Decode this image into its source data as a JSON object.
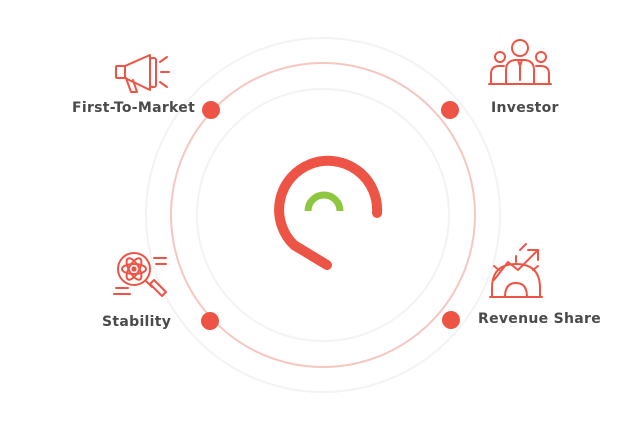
{
  "colors": {
    "accent": "#ee5446",
    "logo_arc": "#8dc63f",
    "ring_light": "#f2f2f2",
    "ring_main": "#f6c7c1",
    "label_text": "#4a4a4a"
  },
  "nodes": [
    {
      "id": "first-to-market",
      "label": "First-To-Market",
      "icon": "megaphone-icon"
    },
    {
      "id": "investor",
      "label": "Investor",
      "icon": "investor-team-icon"
    },
    {
      "id": "stability",
      "label": "Stability",
      "icon": "atom-magnifier-icon"
    },
    {
      "id": "revenue-share",
      "label": "Revenue Share",
      "icon": "growth-gear-icon"
    }
  ],
  "center": {
    "icon": "company-logo-icon"
  }
}
